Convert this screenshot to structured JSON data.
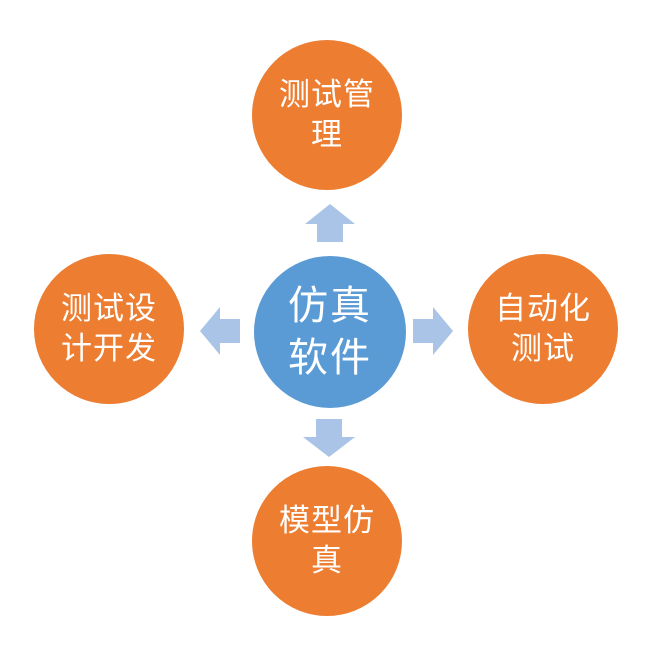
{
  "colors": {
    "outer_fill": "#ec7d31",
    "center_fill": "#5b9bd5",
    "arrow_fill": "#a9c4e6",
    "text": "#ffffff",
    "background": "#ffffff"
  },
  "center": {
    "lines": [
      "仿真",
      "软件"
    ]
  },
  "nodes": {
    "top": {
      "lines": [
        "测试管",
        "理"
      ]
    },
    "left": {
      "lines": [
        "测试设",
        "计开发"
      ]
    },
    "right": {
      "lines": [
        "自动化",
        "测试"
      ]
    },
    "bottom": {
      "lines": [
        "模型仿",
        "真"
      ]
    }
  },
  "arrows": [
    "up",
    "left",
    "right",
    "down"
  ]
}
